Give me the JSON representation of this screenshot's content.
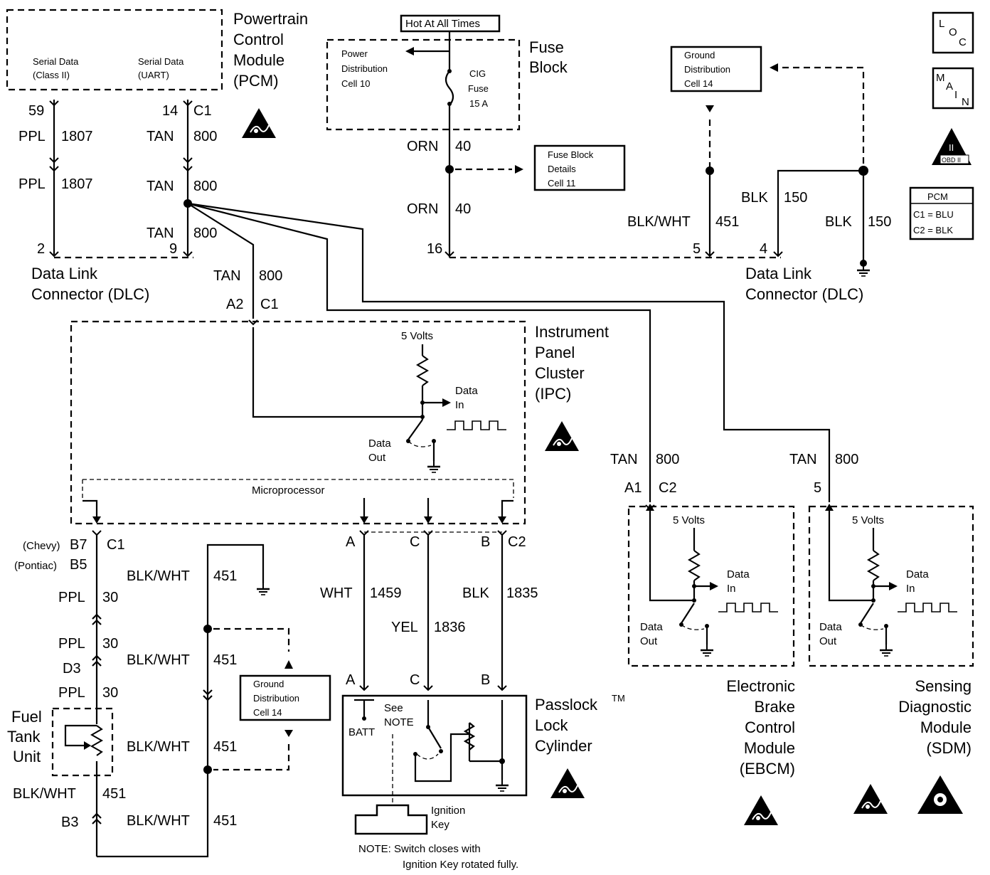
{
  "pcm": {
    "title": [
      "Powertrain",
      "Control",
      "Module",
      "(PCM)"
    ],
    "serial_class2": [
      "Serial Data",
      "(Class II)"
    ],
    "serial_uart": [
      "Serial Data",
      "(UART)"
    ],
    "pin_59": "59",
    "pin_14": "14",
    "conn_c1": "C1"
  },
  "wires": {
    "ppl_1807": [
      "PPL",
      "1807"
    ],
    "tan_800": [
      "TAN",
      "800"
    ],
    "orn_40": [
      "ORN",
      "40"
    ],
    "blk_150": [
      "BLK",
      "150"
    ],
    "blkwht_451": [
      "BLK/WHT",
      "451"
    ],
    "ppl_30": [
      "PPL",
      "30"
    ],
    "wht_1459": [
      "WHT",
      "1459"
    ],
    "yel_1836": [
      "YEL",
      "1836"
    ],
    "blk_1835": [
      "BLK",
      "1835"
    ]
  },
  "fuse_block": {
    "hot": "Hot At All Times",
    "title": [
      "Fuse",
      "Block"
    ],
    "pdc": [
      "Power",
      "Distribution",
      "Cell 10"
    ],
    "fuse": [
      "CIG",
      "Fuse",
      "15 A"
    ],
    "details": [
      "Fuse Block",
      "Details",
      "Cell 11"
    ]
  },
  "ground_dist": [
    "Ground",
    "Distribution",
    "Cell 14"
  ],
  "dlc": {
    "title": [
      "Data Link",
      "Connector (DLC)"
    ],
    "pin_2": "2",
    "pin_9": "9",
    "pin_16": "16",
    "pin_5": "5",
    "pin_4": "4"
  },
  "ipc": {
    "title": [
      "Instrument",
      "Panel",
      "Cluster",
      "(IPC)"
    ],
    "a2": "A2",
    "c1": "C1",
    "volts": "5 Volts",
    "data_in": [
      "Data",
      "In"
    ],
    "data_out": [
      "Data",
      "Out"
    ],
    "micro": "Microprocessor",
    "chevy": "(Chevy)",
    "b7": "B7",
    "pontiac": "(Pontiac)",
    "b5": "B5",
    "c2": "C2",
    "a": "A",
    "c": "C",
    "b": "B"
  },
  "fuel": {
    "title": [
      "Fuel",
      "Tank",
      "Unit"
    ],
    "d3": "D3",
    "b3": "B3"
  },
  "passlock": {
    "title": [
      "Passlock",
      "Lock",
      "Cylinder"
    ],
    "tm": "TM",
    "see_note": [
      "See",
      "NOTE"
    ],
    "batt": "BATT",
    "key": [
      "Ignition",
      "Key"
    ],
    "note": [
      "NOTE:  Switch closes with",
      "Ignition Key rotated fully."
    ]
  },
  "ebcm": {
    "title": [
      "Electronic",
      "Brake",
      "Control",
      "Module",
      "(EBCM)"
    ],
    "a1": "A1",
    "c2": "C2"
  },
  "sdm": {
    "title": [
      "Sensing",
      "Diagnostic",
      "Module",
      "(SDM)"
    ],
    "pin5": "5"
  },
  "badges": {
    "loc": [
      "L",
      "O",
      "C"
    ],
    "main": [
      "M",
      "A",
      "I",
      "N"
    ],
    "obd": [
      "II",
      "OBD II"
    ],
    "pcm_table": [
      "PCM",
      "C1 = BLU",
      "C2 = BLK"
    ]
  }
}
